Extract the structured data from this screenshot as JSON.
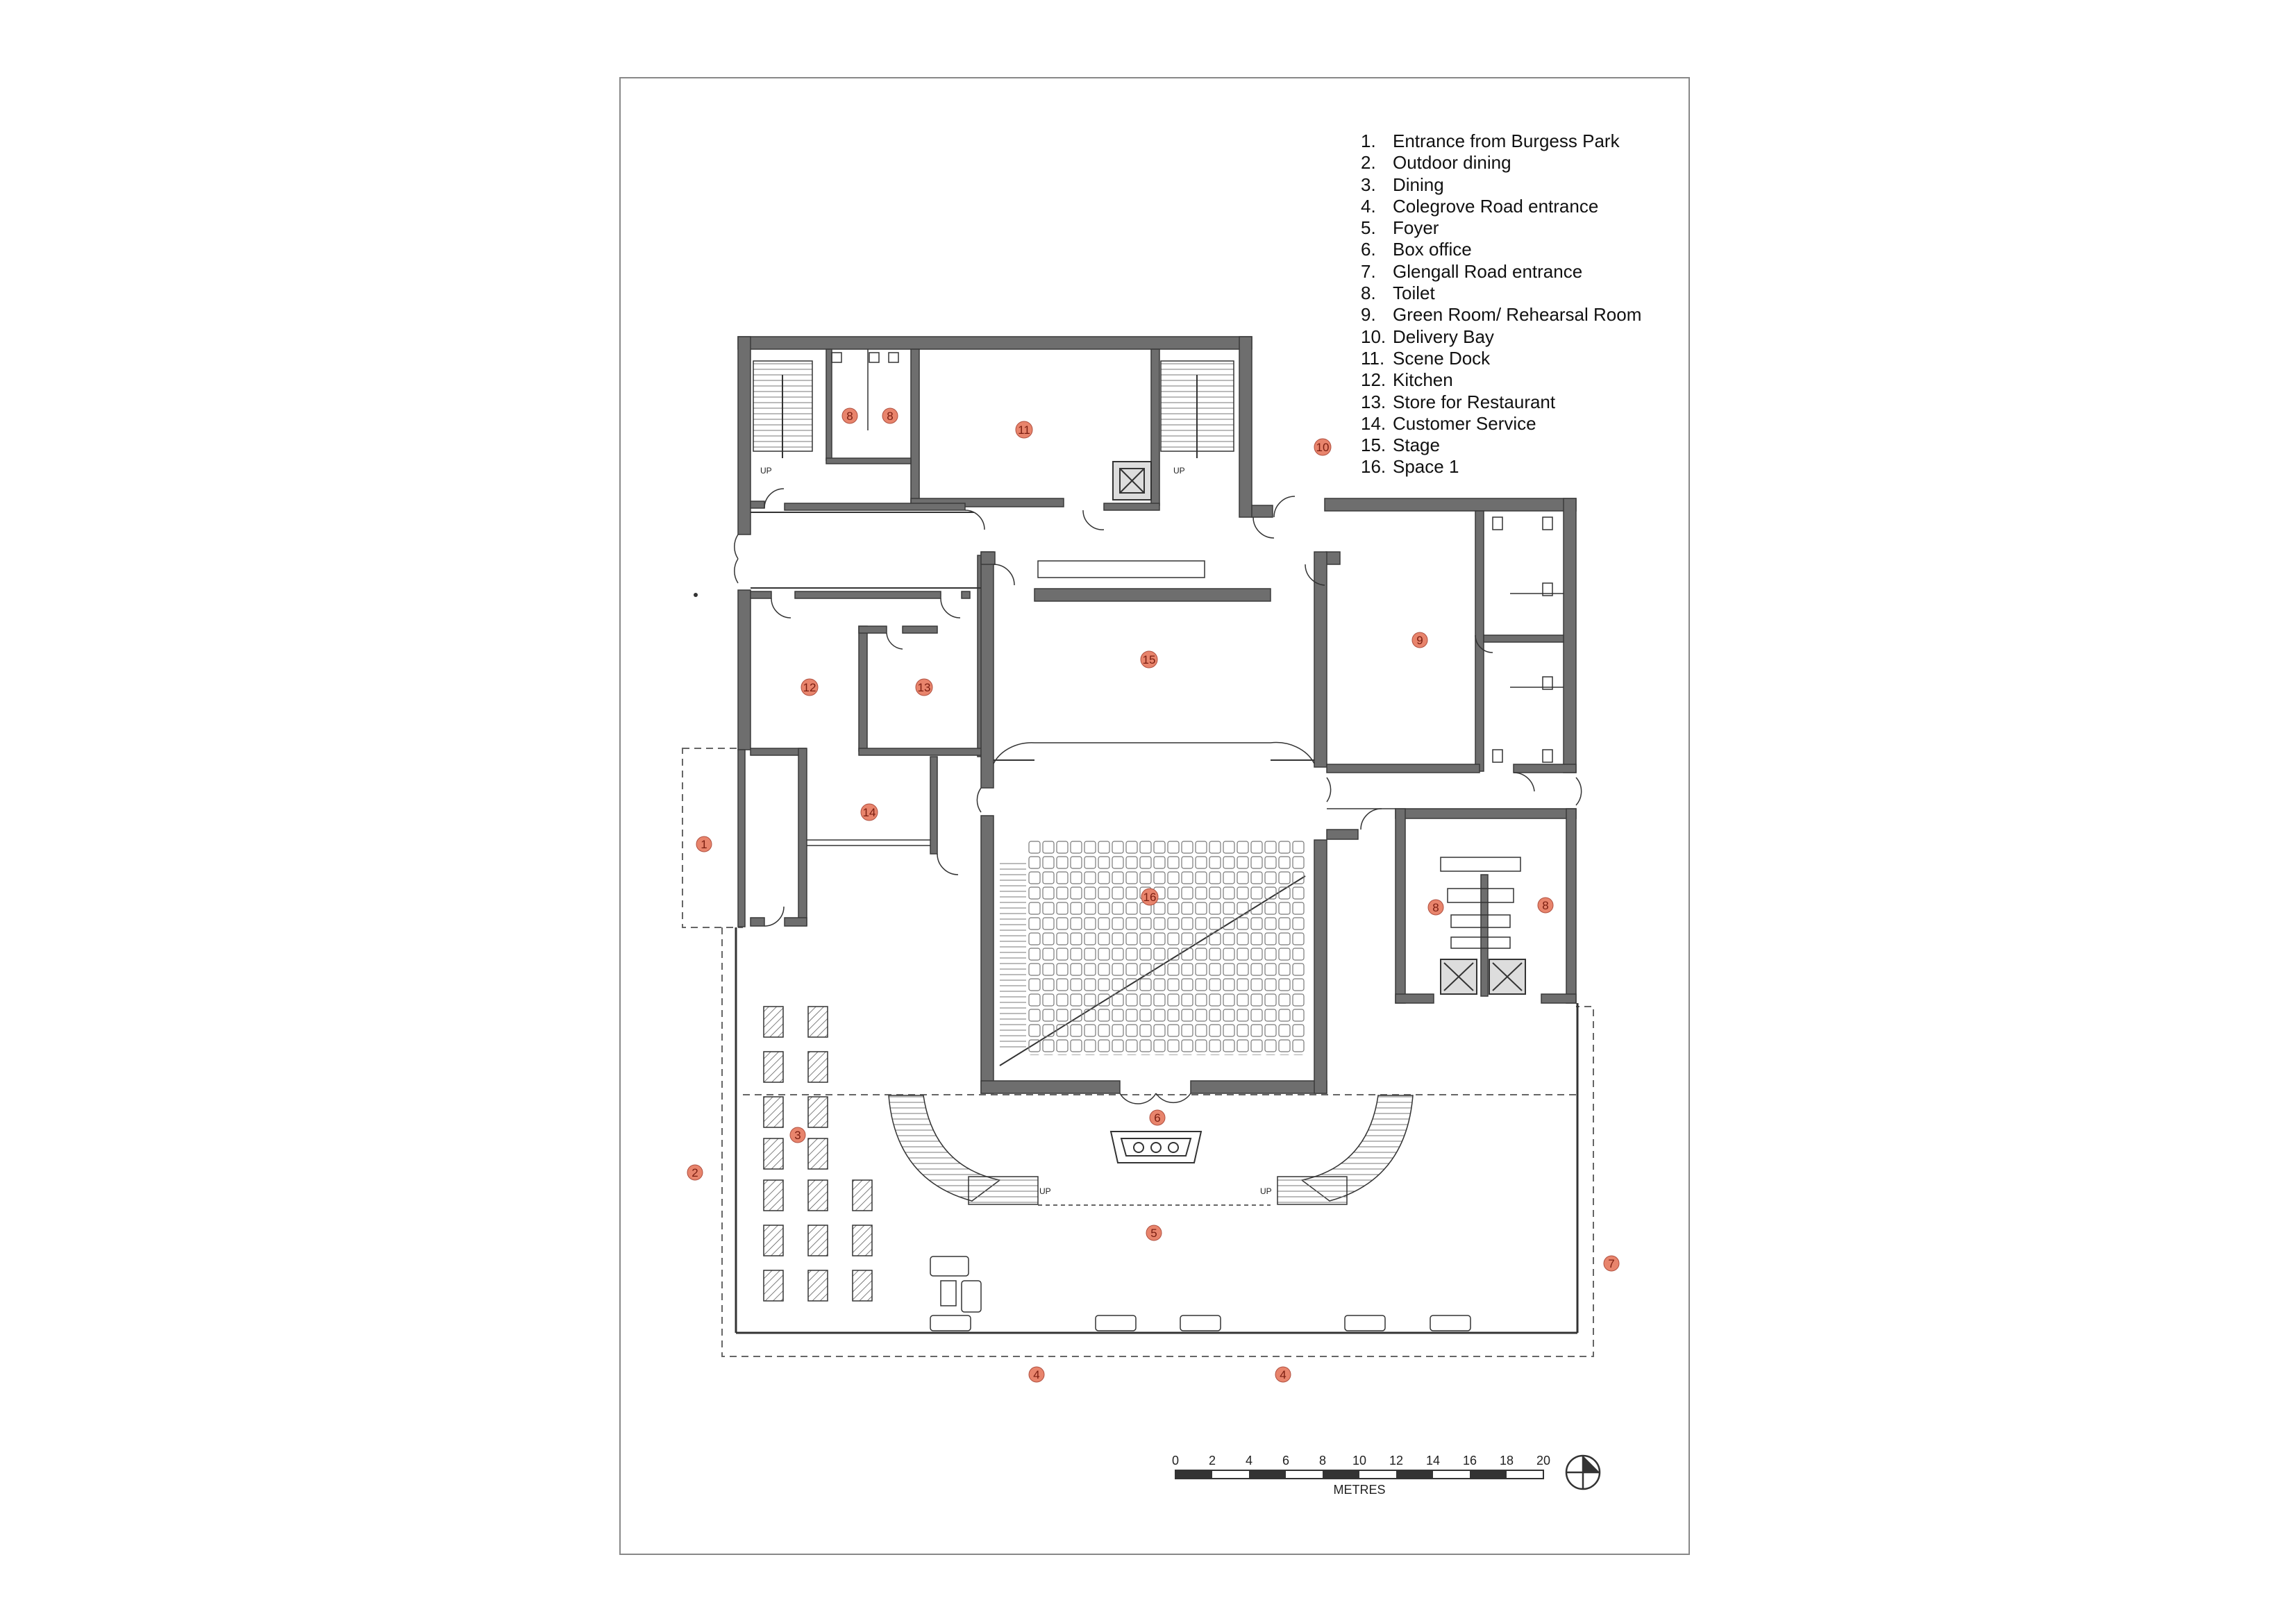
{
  "legend": [
    {
      "num": "1.",
      "label": "Entrance from Burgess Park"
    },
    {
      "num": "2.",
      "label": "Outdoor dining"
    },
    {
      "num": "3.",
      "label": "Dining"
    },
    {
      "num": "4.",
      "label": "Colegrove Road entrance"
    },
    {
      "num": "5.",
      "label": "Foyer"
    },
    {
      "num": "6.",
      "label": "Box office"
    },
    {
      "num": "7.",
      "label": "Glengall Road entrance"
    },
    {
      "num": "8.",
      "label": "Toilet"
    },
    {
      "num": "9.",
      "label": "Green Room/ Rehearsal Room"
    },
    {
      "num": "10.",
      "label": "Delivery Bay"
    },
    {
      "num": "11.",
      "label": "Scene Dock"
    },
    {
      "num": "12.",
      "label": "Kitchen"
    },
    {
      "num": "13.",
      "label": "Store for Restaurant"
    },
    {
      "num": "14.",
      "label": "Customer Service"
    },
    {
      "num": "15.",
      "label": "Stage"
    },
    {
      "num": "16.",
      "label": "Space 1"
    }
  ],
  "markers": {
    "m1": "1",
    "m2": "2",
    "m3": "3",
    "m4a": "4",
    "m4b": "4",
    "m5": "5",
    "m6": "6",
    "m7": "7",
    "m8a": "8",
    "m8b": "8",
    "m8c": "8",
    "m8d": "8",
    "m9": "9",
    "m10": "10",
    "m11": "11",
    "m12": "12",
    "m13": "13",
    "m14": "14",
    "m15": "15",
    "m16": "16"
  },
  "stair_labels": {
    "up1": "UP",
    "up2": "UP",
    "up3": "UP",
    "up4": "UP"
  },
  "scale_bar": {
    "ticks": [
      "0",
      "2",
      "4",
      "6",
      "8",
      "10",
      "12",
      "14",
      "16",
      "18",
      "20"
    ],
    "unit": "METRES"
  },
  "colors": {
    "wall_fill": "#6e6e6e",
    "wall_stroke": "#3a3a3a",
    "marker_fill": "#e8846c",
    "line": "#333333"
  },
  "icons": {
    "north": "north-arrow-icon"
  }
}
